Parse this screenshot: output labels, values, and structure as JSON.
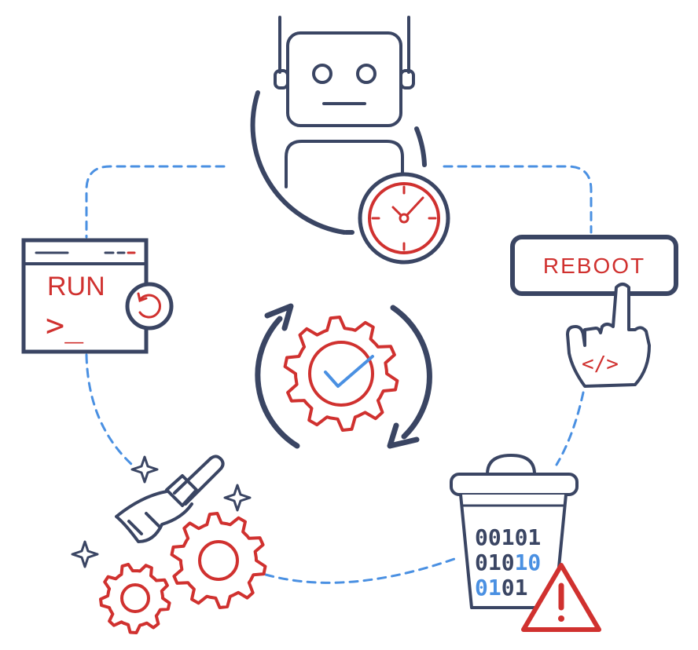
{
  "colors": {
    "navy": "#3a4563",
    "red": "#d0312f",
    "blue": "#4a90e2",
    "white": "#ffffff"
  },
  "icons": {
    "center": "gear-check-cycle-icon",
    "top": "robot-clock-icon",
    "left": "run-terminal-icon",
    "right": "reboot-button-icon",
    "bottom_left": "broom-gears-icon",
    "bottom_right": "binary-trash-warning-icon"
  },
  "run_terminal": {
    "label": "RUN",
    "prompt": ">_"
  },
  "reboot_button": {
    "label": "REBOOT"
  },
  "trash_bin": {
    "rows": [
      {
        "dark": "00101",
        "blue": ""
      },
      {
        "dark": "010",
        "blue": "10"
      },
      {
        "blue": "01",
        "dark": "01"
      }
    ]
  }
}
